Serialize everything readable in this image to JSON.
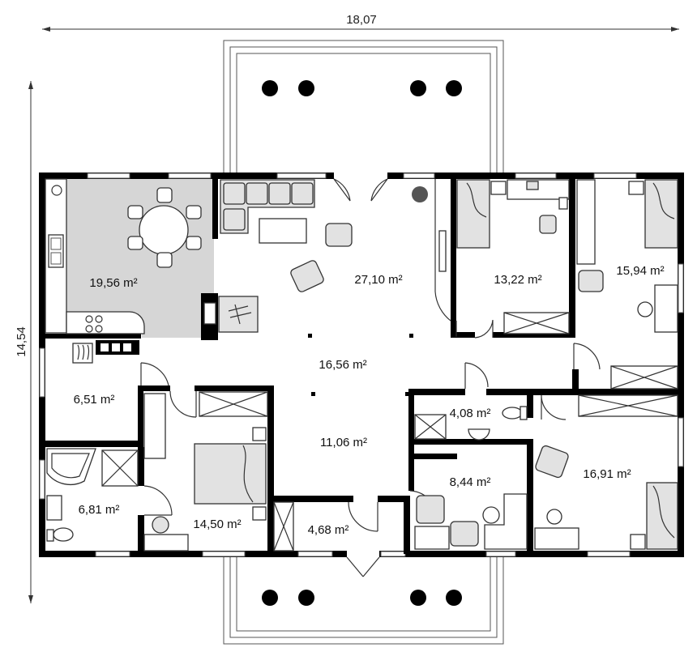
{
  "dimensions": {
    "width": "18,07",
    "height": "14,54"
  },
  "rooms": [
    {
      "id": "kitchen-dining",
      "area": "19,56 m²"
    },
    {
      "id": "living-room",
      "area": "27,10 m²"
    },
    {
      "id": "bedroom-1",
      "area": "13,22 m²"
    },
    {
      "id": "bedroom-2",
      "area": "15,94 m²"
    },
    {
      "id": "hall",
      "area": "16,56 m²"
    },
    {
      "id": "boiler-room",
      "area": "6,51 m²"
    },
    {
      "id": "wc",
      "area": "4,08 m²"
    },
    {
      "id": "corridor",
      "area": "11,06 m²"
    },
    {
      "id": "office",
      "area": "8,44 m²"
    },
    {
      "id": "bedroom-3",
      "area": "16,91 m²"
    },
    {
      "id": "bathroom",
      "area": "6,81 m²"
    },
    {
      "id": "bedroom-master",
      "area": "14,50 m²"
    },
    {
      "id": "vestibule",
      "area": "4,68 m²"
    }
  ],
  "colors": {
    "wall": "#000000",
    "kitchen_floor": "#d6d6d6",
    "furniture": "#e2e2e2"
  }
}
